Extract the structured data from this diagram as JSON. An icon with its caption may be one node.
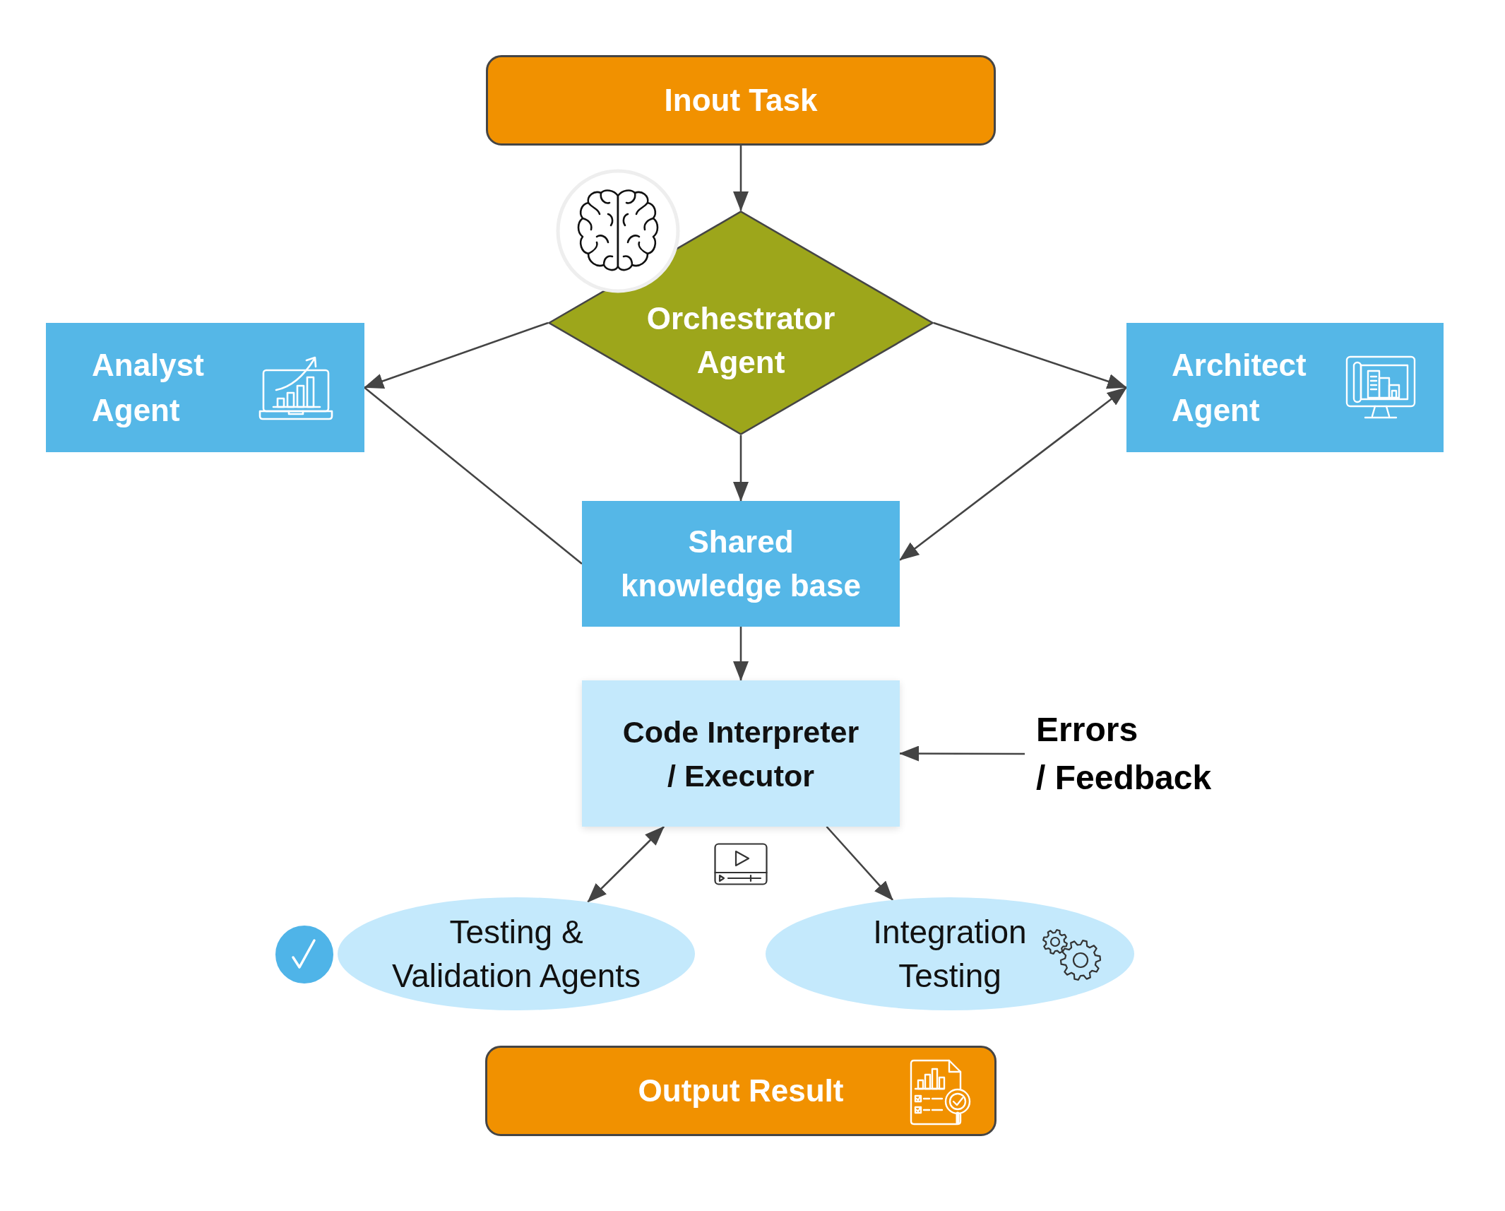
{
  "diagram": {
    "nodes": [
      {
        "text": [
          "Inout Task"
        ]
      },
      {
        "text": [
          "Orchestrator Agent"
        ]
      },
      {
        "text": [
          "Analyst Agent"
        ]
      },
      {
        "text": [
          "Architect Agent"
        ]
      },
      {
        "text": [
          "Shared knowledge base"
        ]
      },
      {
        "text": [
          "Code Interpreter / Executor"
        ]
      },
      {
        "text": [
          "Errors / Feedback"
        ]
      },
      {
        "text": [
          "Testing & Validation Agents"
        ]
      },
      {
        "text": [
          "Integration Testing"
        ]
      },
      {
        "text": [
          "Output Result"
        ]
      }
    ],
    "edges": [
      {
        "from": 0,
        "to": 1,
        "arrow": "to"
      },
      {
        "from": 1,
        "to": 2,
        "arrow": "to"
      },
      {
        "from": 1,
        "to": 3,
        "arrow": "to"
      },
      {
        "from": 1,
        "to": 4,
        "arrow": "to"
      },
      {
        "from": 2,
        "to": 4,
        "arrow": "none"
      },
      {
        "from": 4,
        "to": 3,
        "arrow": "both"
      },
      {
        "from": 4,
        "to": 5,
        "arrow": "to"
      },
      {
        "from": 6,
        "to": 5,
        "arrow": "to"
      },
      {
        "from": 5,
        "to": 7,
        "arrow": "both"
      },
      {
        "from": 5,
        "to": 8,
        "arrow": "to"
      }
    ]
  }
}
